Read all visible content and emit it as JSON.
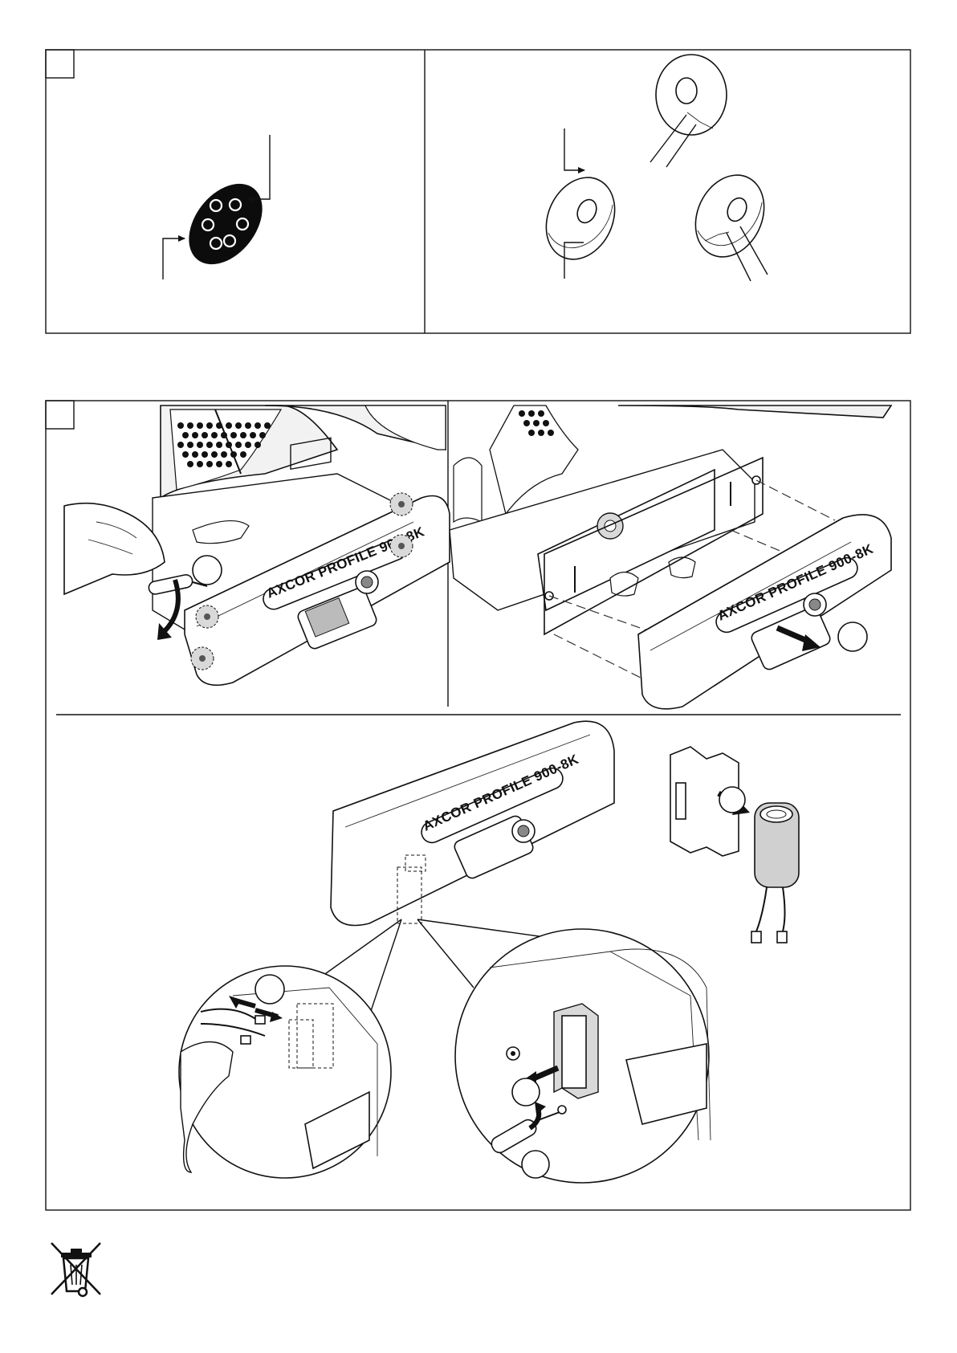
{
  "product_label": "AXCOR PROFILE 900-8K",
  "frames": {
    "top": {
      "left_panel": "filter-disc",
      "right_panel": "reflective-discs"
    },
    "bottom": {
      "panels": [
        "screw-removal",
        "front-cover-removal",
        "battery-replacement"
      ]
    }
  },
  "icons": [
    "weee-crossed-bin-icon"
  ]
}
